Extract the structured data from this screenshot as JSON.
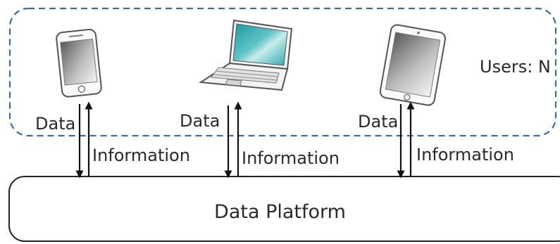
{
  "users_label": "Users: N",
  "platform_label": "Data Platform",
  "devices": [
    {
      "name": "smartphone",
      "up_label": "Data",
      "down_label": "Information"
    },
    {
      "name": "laptop",
      "up_label": "Data",
      "down_label": "Information"
    },
    {
      "name": "tablet",
      "up_label": "Data",
      "down_label": "Information"
    }
  ],
  "colors": {
    "user-group-border": "#3f6d98",
    "screen-teal": "#1fa0a6",
    "outline": "#333333"
  }
}
